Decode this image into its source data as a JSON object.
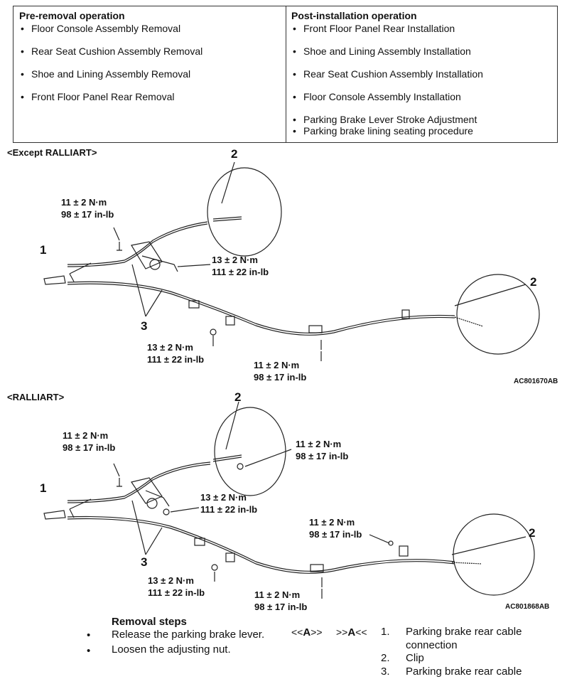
{
  "operations": {
    "pre_title": "Pre-removal operation",
    "pre_items": [
      "Floor Console Assembly Removal",
      "Rear Seat Cushion Assembly Removal",
      "Shoe and Lining Assembly Removal",
      "Front Floor Panel Rear Removal"
    ],
    "post_title": "Post-installation operation",
    "post_items": [
      "Front Floor Panel Rear Installation",
      "Shoe and Lining Assembly Installation",
      "Rear Seat Cushion Assembly Installation",
      "Floor Console Assembly Installation",
      "Parking Brake Lever Stroke Adjustment",
      "Parking brake lining seating procedure"
    ]
  },
  "figure1": {
    "label": "<Except RALLIART>",
    "id": "AC801670AB",
    "torque_a_line1": "11 ± 2 N·m",
    "torque_a_line2": "98 ± 17 in-lb",
    "torque_b_line1": "13 ± 2 N·m",
    "torque_b_line2": "111 ± 22 in-lb",
    "torque_c_line1": "13 ± 2 N·m",
    "torque_c_line2": "111 ± 22 in-lb",
    "torque_d_line1": "11 ± 2 N·m",
    "torque_d_line2": "98 ± 17 in-lb",
    "num1": "1",
    "num2a": "2",
    "num2b": "2",
    "num3": "3"
  },
  "figure2": {
    "label": "<RALLIART>",
    "id": "AC801868AB",
    "torque_a_line1": "11 ± 2 N·m",
    "torque_a_line2": "98 ± 17 in-lb",
    "torque_e_line1": "11 ± 2 N·m",
    "torque_e_line2": "98 ± 17 in-lb",
    "torque_b_line1": "13 ± 2 N·m",
    "torque_b_line2": "111 ± 22 in-lb",
    "torque_f_line1": "11 ± 2 N·m",
    "torque_f_line2": "98 ± 17 in-lb",
    "torque_c_line1": "13 ± 2 N·m",
    "torque_c_line2": "111 ± 22 in-lb",
    "torque_d_line1": "11 ± 2 N·m",
    "torque_d_line2": "98 ± 17 in-lb",
    "num1": "1",
    "num2a": "2",
    "num2b": "2",
    "num3": "3"
  },
  "removal": {
    "title": "Removal steps",
    "steps": [
      "Release the parking brake lever.",
      "Loosen the adjusting nut."
    ],
    "ref_left": "<<",
    "ref_left_letter": "A",
    "ref_left_end": ">>",
    "ref_right": ">>",
    "ref_right_letter": "A",
    "ref_right_end": "<<",
    "parts": [
      {
        "num": "1.",
        "line1": "Parking brake rear cable",
        "line2": "connection"
      },
      {
        "num": "2.",
        "line1": "Clip"
      },
      {
        "num": "3.",
        "line1": "Parking brake rear cable"
      }
    ]
  }
}
